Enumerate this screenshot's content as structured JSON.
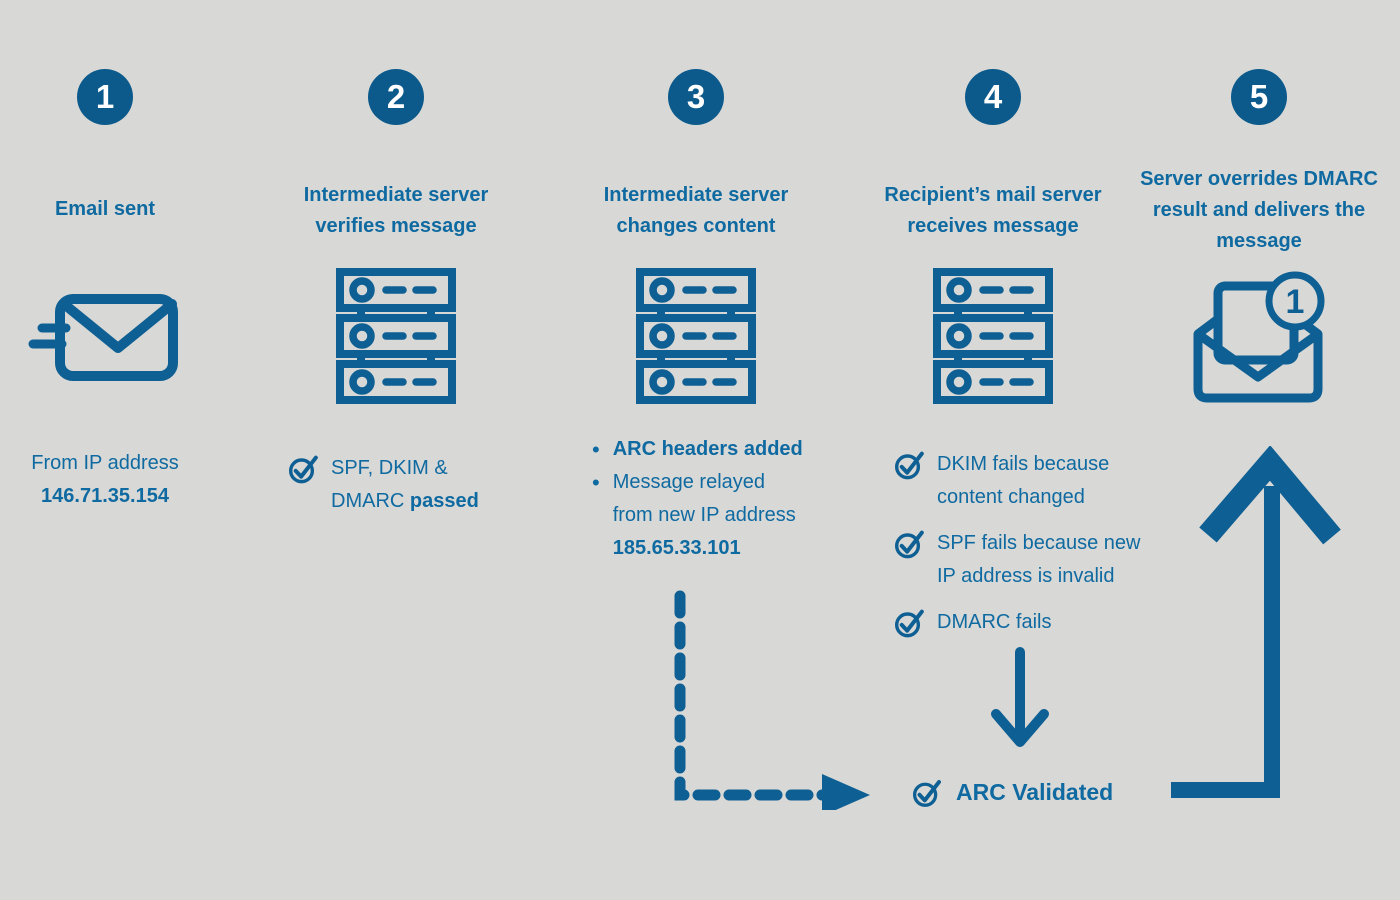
{
  "colors": {
    "background": "#d8d8d6",
    "icon_blue": "#0e5f93",
    "text_blue": "#0f6aa1",
    "badge_blue": "#0c5a8c",
    "badge_number_white": "#ffffff"
  },
  "icons": {
    "bullet": "•",
    "step1": "sent-envelope-icon",
    "step2": "server-stack-icon",
    "step3": "server-stack-icon",
    "step4": "server-stack-icon",
    "step5": "open-envelope-notification-icon",
    "check": "circled-checkmark-icon"
  },
  "steps": [
    {
      "number": "1",
      "title": "Email sent",
      "detail": {
        "line1": "From IP address",
        "line2_bold": "146.71.35.154"
      }
    },
    {
      "number": "2",
      "title": "Intermediate server\nverifies  message",
      "check": {
        "line1": "SPF, DKIM &",
        "line2_regular": "DMARC ",
        "line2_bold": "passed"
      }
    },
    {
      "number": "3",
      "title": "Intermediate server\nchanges content",
      "bullets": {
        "item1_bold": "ARC headers added",
        "item2_line1": "Message relayed",
        "item2_line2": "from new IP address",
        "item2_line3_bold": "185.65.33.101"
      }
    },
    {
      "number": "4",
      "title": "Recipient’s mail server\nreceives message",
      "checks": {
        "item1_line1": "DKIM fails because",
        "item1_line2": "content changed",
        "item2_line1": "SPF fails because new",
        "item2_line2": "IP address is invalid",
        "item3_line1": "DMARC fails"
      }
    },
    {
      "number": "5",
      "title": "Server overrides DMARC\nresult and delivers the\nmessage",
      "badge_count": "1"
    }
  ],
  "arc_validated": {
    "label": "ARC Validated"
  }
}
